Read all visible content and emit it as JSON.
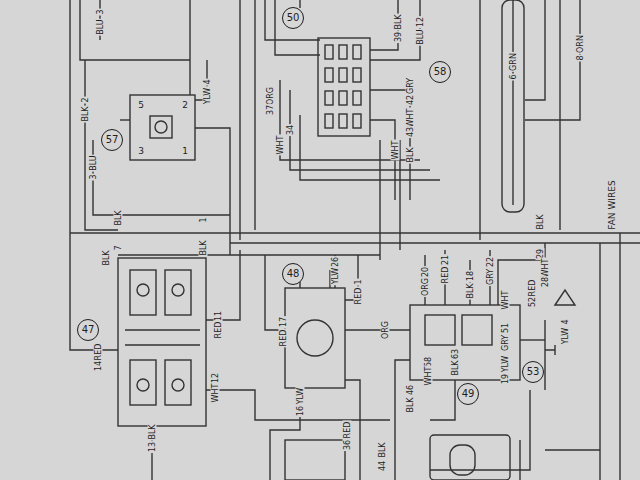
{
  "diagram": {
    "labels": [
      "3",
      "BLU",
      "2",
      "BLK",
      "4",
      "YLW",
      "5",
      "2",
      "3",
      "1",
      "57",
      "BLU",
      "3",
      "50",
      "BLK",
      "39",
      "12",
      "BLU",
      "58",
      "GRN",
      "6",
      "ORN",
      "8",
      "ORG",
      "37",
      "GRY",
      "42",
      "WHT",
      "43",
      "WHT",
      "34",
      "WHT",
      "BLK",
      "FAN WIRES",
      "BLK",
      "7",
      "1",
      "BLK",
      "BLK",
      "BLK",
      "29",
      "WHT",
      "28",
      "47",
      "RED",
      "14",
      "11",
      "RED",
      "12",
      "WHT",
      "BLK",
      "13",
      "48",
      "26",
      "YLW",
      "1",
      "RED",
      "17",
      "RED",
      "YLW",
      "16",
      "RED",
      "36",
      "BLK",
      "44",
      "20",
      "ORG",
      "21",
      "RED",
      "18",
      "BLK",
      "22",
      "GRY",
      "ORG",
      "49",
      "58",
      "WHT",
      "63",
      "BLK",
      "51",
      "GRY",
      "WHT",
      "RED",
      "52",
      "YLW",
      "19",
      "53",
      "4",
      "YLW",
      "46",
      "BLK"
    ]
  }
}
